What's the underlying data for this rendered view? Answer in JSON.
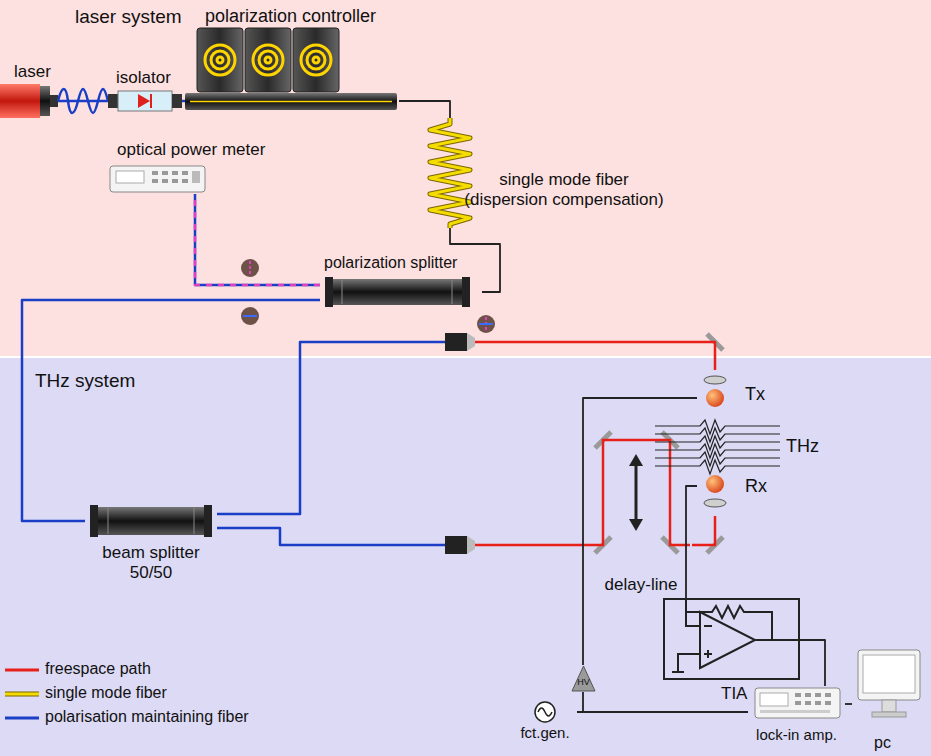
{
  "diagram": {
    "nodes": [
      {
        "text": [
          "laser system"
        ]
      },
      {
        "text": [
          "laser"
        ],
        "in": 0
      },
      {
        "text": [
          "isolator"
        ],
        "in": 0
      },
      {
        "text": [
          "polarization controller"
        ],
        "in": 0
      },
      {
        "text": [
          "single mode fiber (dispersion compensation)"
        ],
        "in": 0
      },
      {
        "text": [
          "optical power meter"
        ],
        "in": 0
      },
      {
        "text": [
          "polarization splitter"
        ],
        "in": 0
      },
      {
        "text": [
          "THz system"
        ]
      },
      {
        "text": [
          "beam splitter 50/50"
        ],
        "in": 7
      },
      {
        "text": [
          "delay-line"
        ],
        "in": 7
      },
      {
        "text": [
          "Tx"
        ],
        "in": 7
      },
      {
        "text": [
          "Rx"
        ],
        "in": 7
      },
      {
        "text": [
          "TIA"
        ],
        "in": 7
      },
      {
        "text": [
          "HV"
        ],
        "in": 7
      },
      {
        "text": [
          "fct.gen."
        ],
        "in": 7
      },
      {
        "text": [
          "lock-in amp."
        ],
        "in": 7
      },
      {
        "text": [
          "pc"
        ],
        "in": 7
      }
    ],
    "edges": [
      {
        "from": 1,
        "to": 2,
        "arrow": "none"
      },
      {
        "from": 2,
        "to": 3,
        "arrow": "none"
      },
      {
        "from": 3,
        "to": 4,
        "arrow": "none"
      },
      {
        "from": 4,
        "to": 6,
        "arrow": "none"
      },
      {
        "from": 6,
        "to": 5,
        "arrow": "none"
      },
      {
        "from": 6,
        "to": 8,
        "arrow": "none"
      },
      {
        "from": 8,
        "to": 10,
        "arrow": "none"
      },
      {
        "from": 8,
        "to": 9,
        "arrow": "none"
      },
      {
        "from": 9,
        "to": 11,
        "arrow": "none"
      },
      {
        "from": 11,
        "to": 12,
        "arrow": "none"
      },
      {
        "from": 12,
        "to": 15,
        "arrow": "none"
      },
      {
        "from": 14,
        "to": 13,
        "arrow": "none"
      },
      {
        "from": 13,
        "to": 10,
        "arrow": "none"
      },
      {
        "from": 14,
        "to": 15,
        "arrow": "none"
      },
      {
        "from": 15,
        "to": 16,
        "arrow": "none"
      }
    ],
    "labels": [
      "THz"
    ],
    "legend": [
      {
        "text": "freespace path"
      },
      {
        "text": "single mode fiber"
      },
      {
        "text": "polarisation maintaining fiber"
      }
    ]
  }
}
